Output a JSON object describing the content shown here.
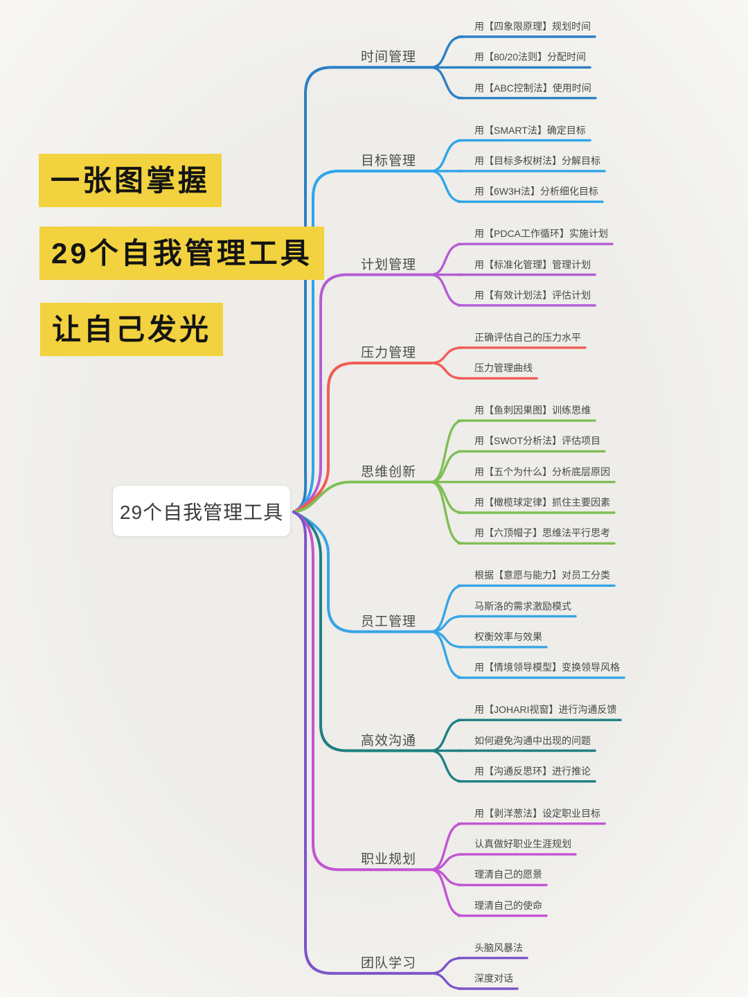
{
  "poster_title": {
    "lines": [
      "一张图掌握",
      "29个自我管理工具",
      "让自己发光"
    ],
    "highlight_color": "#f2d23e",
    "text_color": "#141414"
  },
  "central_node": {
    "label": "29个自我管理工具"
  },
  "mindmap": {
    "branches": [
      {
        "label": "时间管理",
        "color": "#2c7fc4",
        "children": [
          "用【四象限原理】规划时间",
          "用【80/20法则】分配时间",
          "用【ABC控制法】使用时间"
        ]
      },
      {
        "label": "目标管理",
        "color": "#2ea5e9",
        "children": [
          "用【SMART法】确定目标",
          "用【目标多权树法】分解目标",
          "用【6W3H法】分析细化目标"
        ]
      },
      {
        "label": "计划管理",
        "color": "#b45cd4",
        "children": [
          "用【PDCA工作循环】实施计划",
          "用【标准化管理】管理计划",
          "用【有效计划法】评估计划"
        ]
      },
      {
        "label": "压力管理",
        "color": "#f25b55",
        "children": [
          "正确评估自己的压力水平",
          "压力管理曲线"
        ]
      },
      {
        "label": "思维创新",
        "color": "#7fbe55",
        "children": [
          "用【鱼刺因果图】训练思维",
          "用【SWOT分析法】评估项目",
          "用【五个为什么】分析底层原因",
          "用【橄榄球定律】抓住主要因素",
          "用【六顶帽子】思维法平行思考"
        ]
      },
      {
        "label": "员工管理",
        "color": "#37a5e7",
        "children": [
          "根据【意愿与能力】对员工分类",
          "马斯洛的需求激励模式",
          "权衡效率与效果",
          "用【情境领导模型】变换领导风格"
        ]
      },
      {
        "label": "高效沟通",
        "color": "#1e8083",
        "children": [
          "用【JOHARI视窗】进行沟通反馈",
          "如何避免沟通中出现的问题",
          "用【沟通反思环】进行推论"
        ]
      },
      {
        "label": "职业规划",
        "color": "#c254d2",
        "children": [
          "用【剥洋葱法】设定职业目标",
          "认真做好职业生涯规划",
          "理清自己的愿景",
          "理清自己的使命"
        ]
      },
      {
        "label": "团队学习",
        "color": "#7d54ca",
        "children": [
          "头脑风暴法",
          "深度对话"
        ]
      }
    ]
  }
}
